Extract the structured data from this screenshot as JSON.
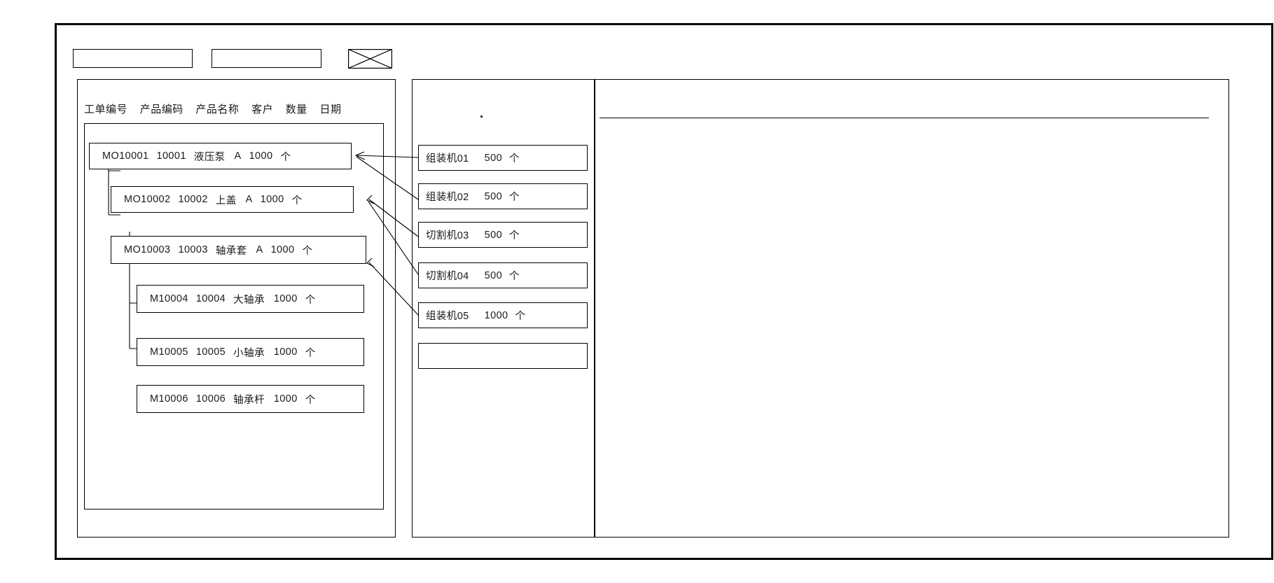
{
  "window": {
    "title": "",
    "frame_color": "#000000"
  },
  "toolbar": {
    "items": [
      {
        "name": "toolbar-field-1",
        "label": "",
        "type": "box"
      },
      {
        "name": "toolbar-field-2",
        "label": "",
        "type": "box"
      },
      {
        "name": "toolbar-image-placeholder",
        "label": "",
        "type": "crossed-box"
      }
    ]
  },
  "left_panel": {
    "columns": [
      "工单编号",
      "产品编码",
      "产品名称",
      "客户",
      "数量",
      "日期"
    ],
    "rows": [
      {
        "level": 0,
        "order_no": "MO10001",
        "product_code": "10001",
        "product_name": "液压泵",
        "customer": "A",
        "qty": "1000",
        "unit": "个",
        "date": ""
      },
      {
        "level": 1,
        "order_no": "MO10002",
        "product_code": "10002",
        "product_name": "上盖",
        "customer": "A",
        "qty": "1000",
        "unit": "个",
        "date": ""
      },
      {
        "level": 1,
        "order_no": "MO10003",
        "product_code": "10003",
        "product_name": "轴承套",
        "customer": "A",
        "qty": "1000",
        "unit": "个",
        "date": ""
      },
      {
        "level": 2,
        "order_no": "M10004",
        "product_code": "10004",
        "product_name": "大轴承",
        "customer": "",
        "qty": "1000",
        "unit": "个",
        "date": ""
      },
      {
        "level": 2,
        "order_no": "M10005",
        "product_code": "10005",
        "product_name": "小轴承",
        "customer": "",
        "qty": "1000",
        "unit": "个",
        "date": ""
      },
      {
        "level": 2,
        "order_no": "M10006",
        "product_code": "10006",
        "product_name": "轴承杆",
        "customer": "",
        "qty": "1000",
        "unit": "个",
        "date": ""
      }
    ]
  },
  "middle_panel": {
    "operations": [
      {
        "machine": "组装机01",
        "qty": "500",
        "unit": "个"
      },
      {
        "machine": "组装机02",
        "qty": "500",
        "unit": "个"
      },
      {
        "machine": "切割机03",
        "qty": "500",
        "unit": "个"
      },
      {
        "machine": "切割机04",
        "qty": "500",
        "unit": "个"
      },
      {
        "machine": "组装机05",
        "qty": "1000",
        "unit": "个"
      },
      {
        "machine": "",
        "qty": "",
        "unit": ""
      }
    ]
  },
  "right_panel": {
    "header": "",
    "body": ""
  }
}
